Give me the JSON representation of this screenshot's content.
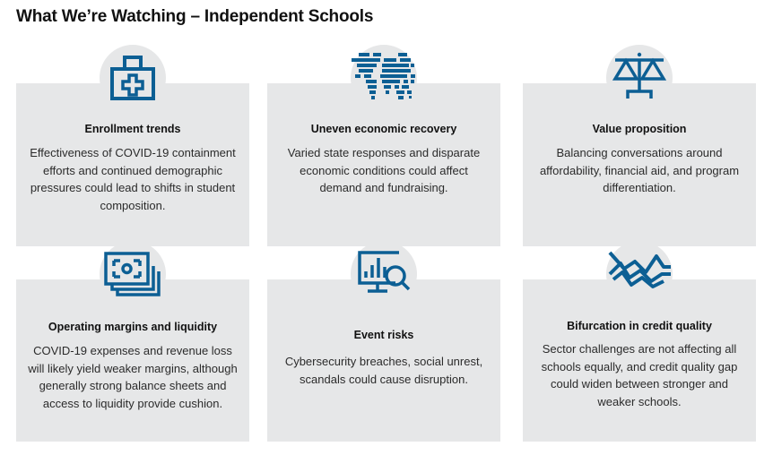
{
  "page": {
    "title": "What We’re Watching – Independent Schools",
    "background": "#FFFFFF",
    "card_background": "#E6E7E8",
    "accent_color": "#0C5F94",
    "text_color": "#2B2B2B",
    "heading_color": "#111111"
  },
  "cards": [
    {
      "icon": "first-aid-kit-icon",
      "heading": "Enrollment trends",
      "body": "Effectiveness of COVID-19 containment efforts and continued demographic pressures could lead to shifts in student composition."
    },
    {
      "icon": "world-map-icon",
      "heading": "Uneven economic recovery",
      "body": "Varied state responses and disparate economic conditions could affect demand and fundraising."
    },
    {
      "icon": "balance-scales-icon",
      "heading": "Value proposition",
      "body": "Balancing conversations around affordability, financial aid, and program differentiation."
    },
    {
      "icon": "banknotes-icon",
      "heading": "Operating margins and liquidity",
      "body": "COVID-19 expenses and revenue loss will likely yield weaker margins, although generally strong balance sheets and access to liquidity provide cushion."
    },
    {
      "icon": "monitor-chart-search-icon",
      "heading": "Event risks",
      "body": "Cybersecurity breaches, social unrest, scandals could cause disruption."
    },
    {
      "icon": "diverging-lines-icon",
      "heading": "Bifurcation in credit quality",
      "body": "Sector challenges are not affecting all schools equally, and credit quality gap could widen between stronger and weaker schools."
    }
  ]
}
